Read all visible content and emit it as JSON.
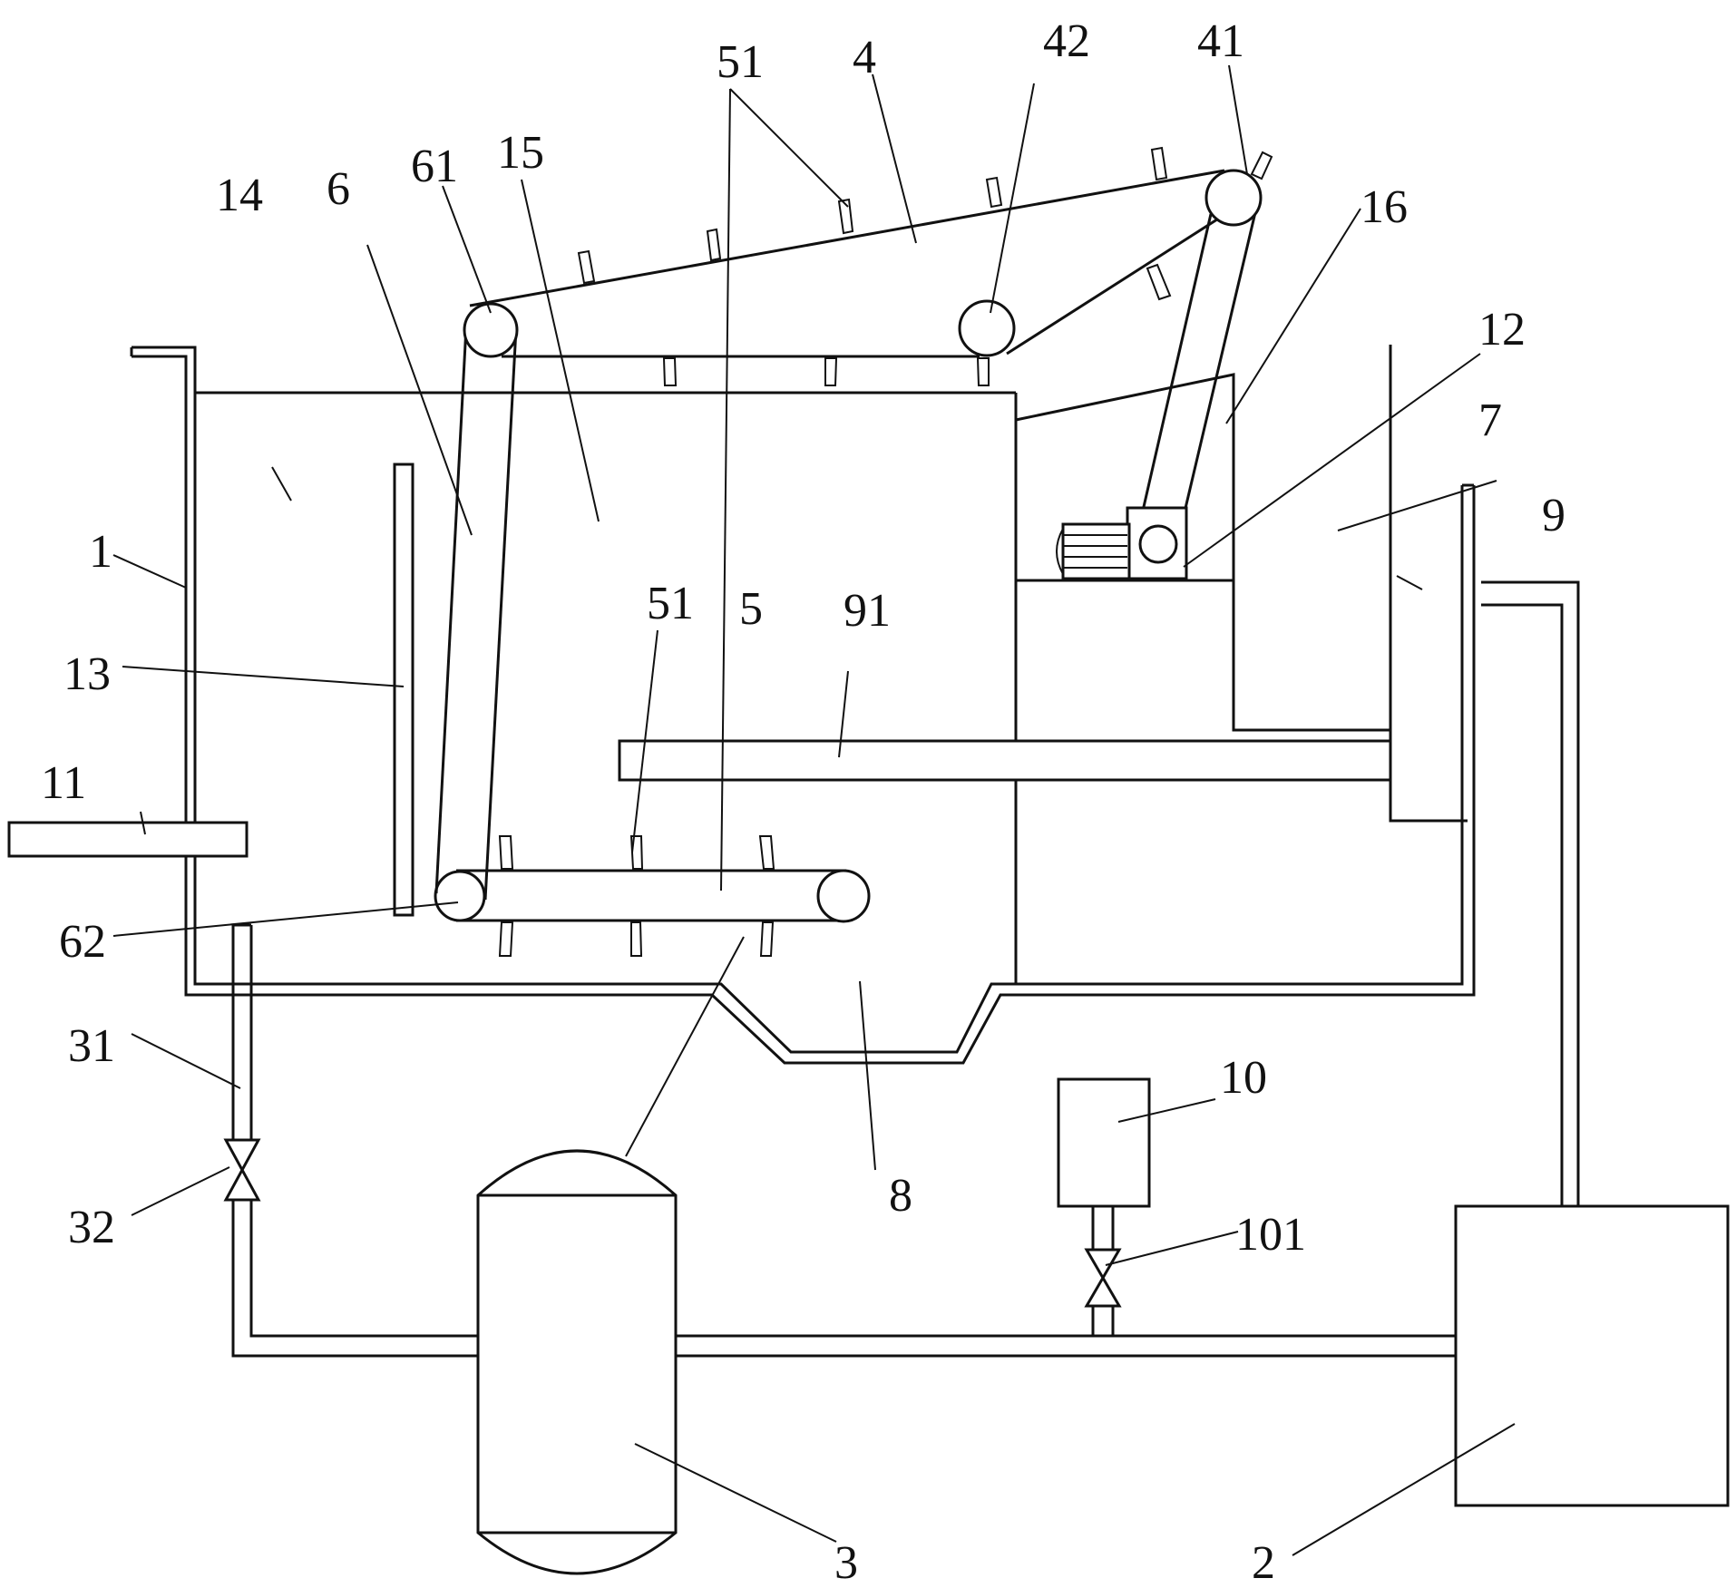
{
  "figure": {
    "labels": {
      "l1": "1",
      "l2": "2",
      "l3": "3",
      "l4": "4",
      "l5": "5",
      "l6": "6",
      "l7": "7",
      "l8": "8",
      "l9": "9",
      "l10": "10",
      "l11": "11",
      "l12": "12",
      "l13": "13",
      "l14": "14",
      "l15": "15",
      "l16": "16",
      "l31": "31",
      "l32": "32",
      "l41": "41",
      "l42": "42",
      "l51_top": "51",
      "l51_mid": "51",
      "l61": "61",
      "l62": "62",
      "l91": "91",
      "l101": "101"
    }
  }
}
